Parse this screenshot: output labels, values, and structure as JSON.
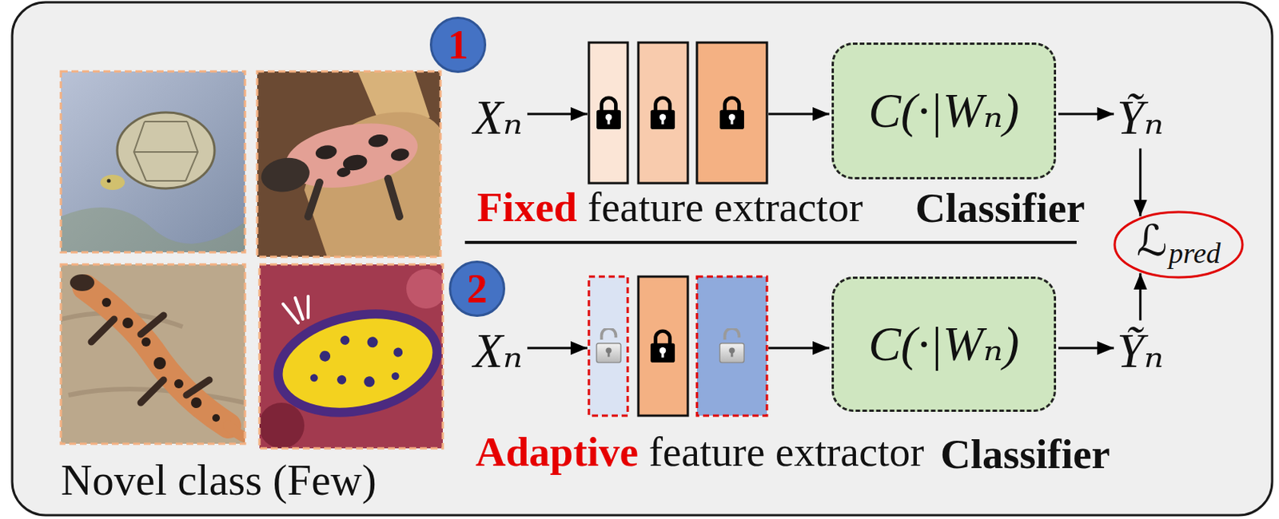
{
  "diagram": {
    "nodes": [
      {
        "text": [
          "1"
        ]
      },
      {
        "text": [
          "C(·|Wₙ)",
          "Classifier"
        ]
      },
      {
        "text": [
          "ℒ",
          "pred"
        ]
      },
      {
        "text": [
          "2"
        ]
      },
      {
        "text": [
          "C(·|Wₙ)",
          "Classifier"
        ]
      }
    ],
    "labels": [
      "Novel class (Few)",
      "Xₙ",
      "Fixed",
      "feature extractor",
      "Ỹₙ",
      "Xₙ",
      "Adaptive",
      "feature extractor",
      "Ỹₙ"
    ]
  }
}
